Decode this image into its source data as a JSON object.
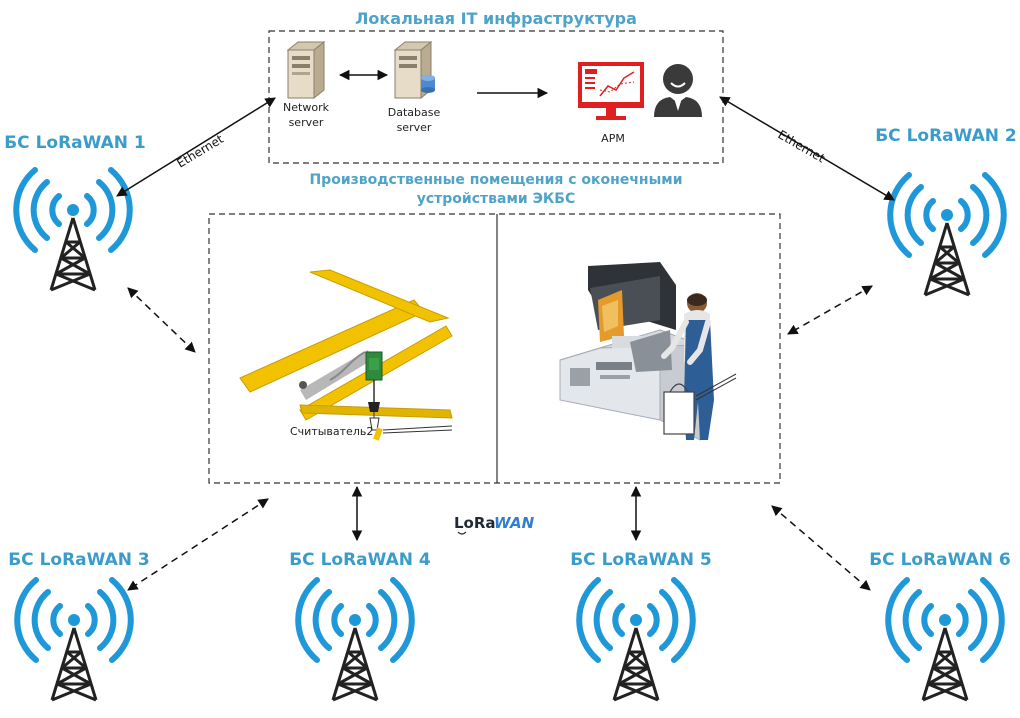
{
  "titles": {
    "local_it": "Локальная IT инфраструктура",
    "production_line1": "Производственные помещения с оконечными",
    "production_line2": "устройствами ЭКБС"
  },
  "servers": {
    "network_line1": "Network",
    "network_line2": "server",
    "database_line1": "Database",
    "database_line2": "server",
    "arm": "АРМ"
  },
  "links": {
    "ethernet_left": "Ethernet",
    "ethernet_right": "Ethernet"
  },
  "reader_label": "Считыватель2",
  "lorawan_logo": {
    "part1": "LoRa",
    "part2": "WAN"
  },
  "base_stations": [
    {
      "label": "БС LoRaWAN 1"
    },
    {
      "label": "БС LoRaWAN 2"
    },
    {
      "label": "БС LoRaWAN 3"
    },
    {
      "label": "БС LoRaWAN 4"
    },
    {
      "label": "БС LoRaWAN 5"
    },
    {
      "label": "БС LoRaWAN 6"
    }
  ],
  "colors": {
    "signal_blue": "#1e98d8",
    "title_blue": "#4fa3c9",
    "crane_yellow": "#f2c200",
    "monitor_red": "#e02020"
  }
}
